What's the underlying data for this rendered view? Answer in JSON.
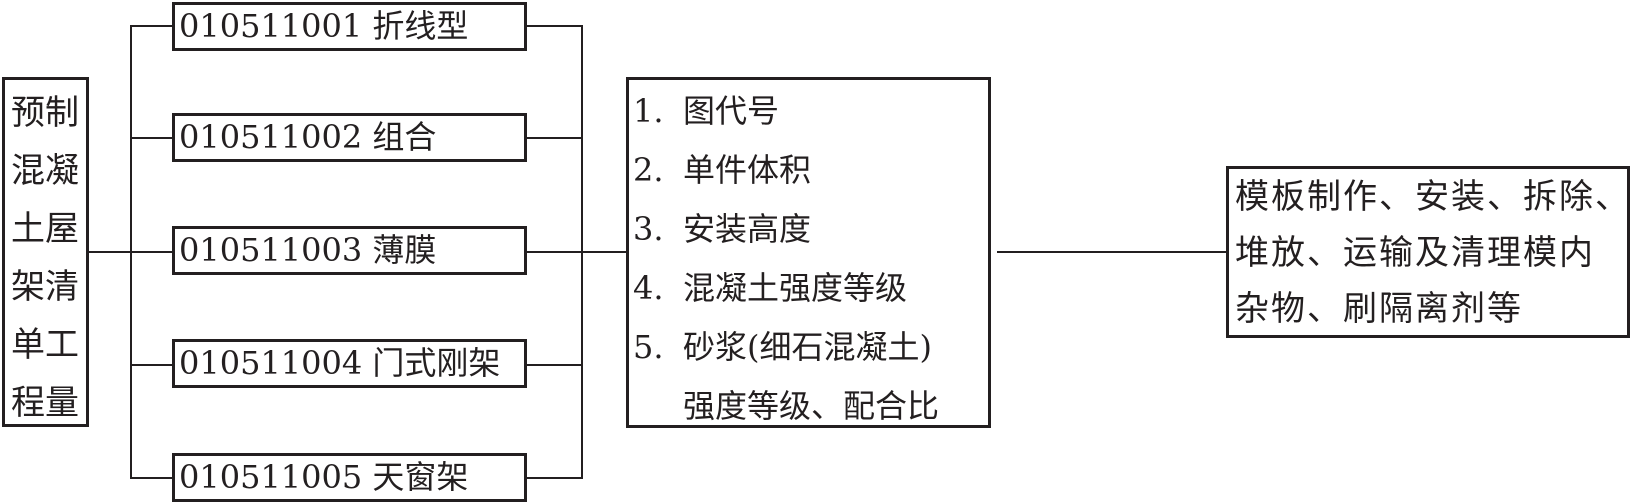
{
  "root": {
    "lines": [
      "预制",
      "混凝",
      "土屋",
      "架清",
      "单工",
      "程量"
    ]
  },
  "items": [
    {
      "code": "010511001",
      "name": "折线型"
    },
    {
      "code": "010511002",
      "name": "组合"
    },
    {
      "code": "010511003",
      "name": "薄膜"
    },
    {
      "code": "010511004",
      "name": "门式刚架"
    },
    {
      "code": "010511005",
      "name": "天窗架"
    }
  ],
  "features": {
    "items": [
      {
        "num": "1.",
        "text": "图代号"
      },
      {
        "num": "2.",
        "text": "单件体积"
      },
      {
        "num": "3.",
        "text": "安装高度"
      },
      {
        "num": "4.",
        "text": "混凝土强度等级"
      },
      {
        "num": "5.",
        "text": "砂浆(细石混凝土)"
      }
    ],
    "continuation": "强度等级、配合比"
  },
  "work": {
    "lines": [
      "模板制作、安装、拆除、",
      "堆放、运输及清理模内",
      "杂物、刷隔离剂等"
    ]
  }
}
